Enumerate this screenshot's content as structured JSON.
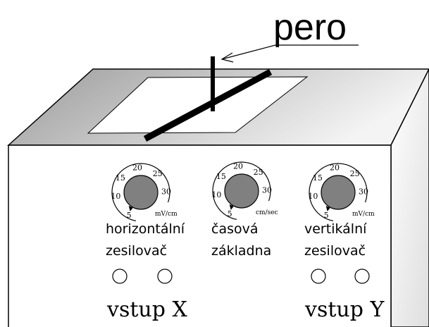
{
  "pen_label": "pero",
  "knobs": [
    {
      "ticks": [
        "5",
        "10",
        "15",
        "20",
        "25",
        "30"
      ],
      "unit": "mV/cm",
      "label_line1": "horizontální",
      "label_line2": "zesilovač"
    },
    {
      "ticks": [
        "5",
        "10",
        "15",
        "20",
        "25",
        "30"
      ],
      "unit": "cm/sec",
      "label_line1": "časová",
      "label_line2": "základna"
    },
    {
      "ticks": [
        "5",
        "10",
        "15",
        "20",
        "25",
        "30"
      ],
      "unit": "mV/cm",
      "label_line1": "vertikální",
      "label_line2": "zesilovač"
    }
  ],
  "input_x_label": "vstup X",
  "input_y_label": "vstup Y",
  "colors": {
    "knob_fill": "#808080",
    "line": "#000000",
    "panel": "#ffffff"
  }
}
